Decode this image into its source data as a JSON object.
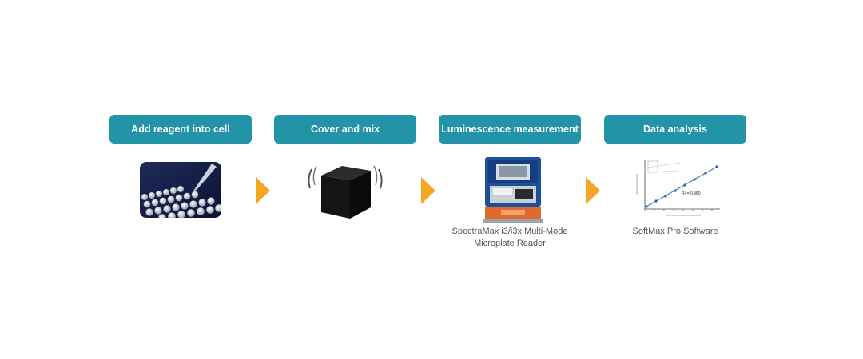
{
  "steps": [
    {
      "label": "Add reagent into cell"
    },
    {
      "label": "Cover and mix"
    },
    {
      "label": "Luminescence measurement",
      "caption_line1": "SpectraMax i3/i3x Multi-Mode",
      "caption_line2": "Microplate Reader"
    },
    {
      "label": "Data analysis",
      "caption_line1": "SoftMax Pro Software"
    }
  ],
  "graph": {
    "r2": "R² = 0.960"
  },
  "colors": {
    "header": "#2393a8",
    "arrow": "#f5a623",
    "caption": "#555555"
  }
}
